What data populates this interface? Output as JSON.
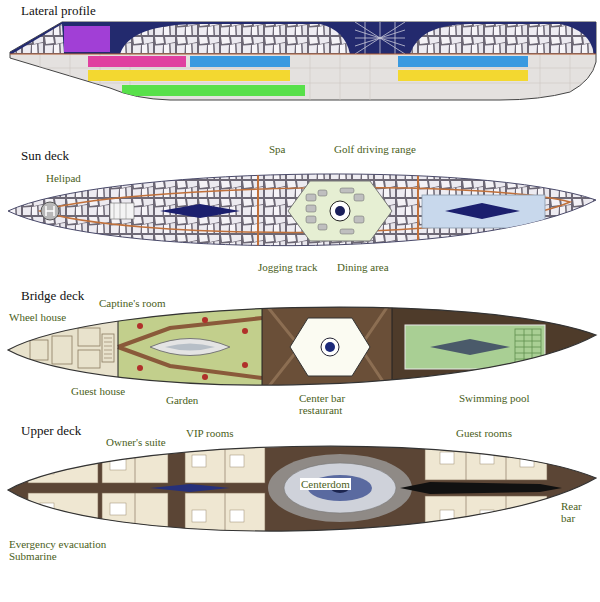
{
  "diagram": {
    "labels": [
      "Lateral profile",
      "Sun deck",
      "Spa",
      "Golf driving range",
      "Helipad",
      "Jogging track",
      "Dining area",
      "Bridge deck",
      "Wheel house",
      "Captine's room",
      "Guest house",
      "Garden",
      "Center bar restaurant",
      "Swimming pool",
      "Upper deck",
      "Owner's suite",
      "VIP rooms",
      "Guest rooms",
      "Centerdom",
      "Evergency evacuation Submarine",
      "Rear bar"
    ]
  }
}
